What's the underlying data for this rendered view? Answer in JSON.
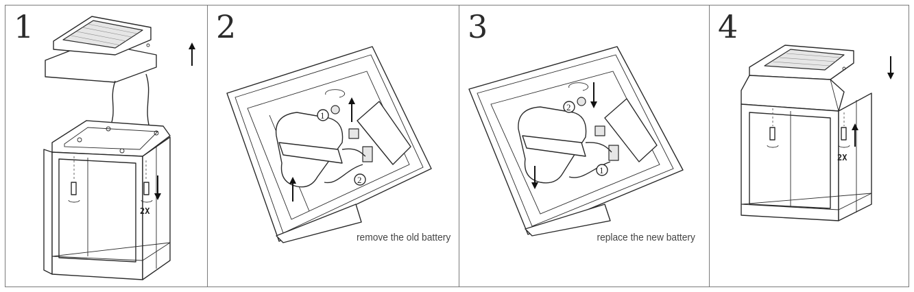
{
  "steps": [
    {
      "number": "1",
      "quantity": "2X"
    },
    {
      "number": "2",
      "caption": "remove the old battery",
      "callouts": [
        "1",
        "2"
      ]
    },
    {
      "number": "3",
      "caption": "replace the new battery",
      "callouts": [
        "2",
        "1"
      ]
    },
    {
      "number": "4",
      "quantity": "2X"
    }
  ],
  "icons": {
    "lift_up": "arrow-up-icon",
    "lower_down": "arrow-down-icon",
    "rotate": "rotate-icon",
    "screw": "screw-icon"
  }
}
